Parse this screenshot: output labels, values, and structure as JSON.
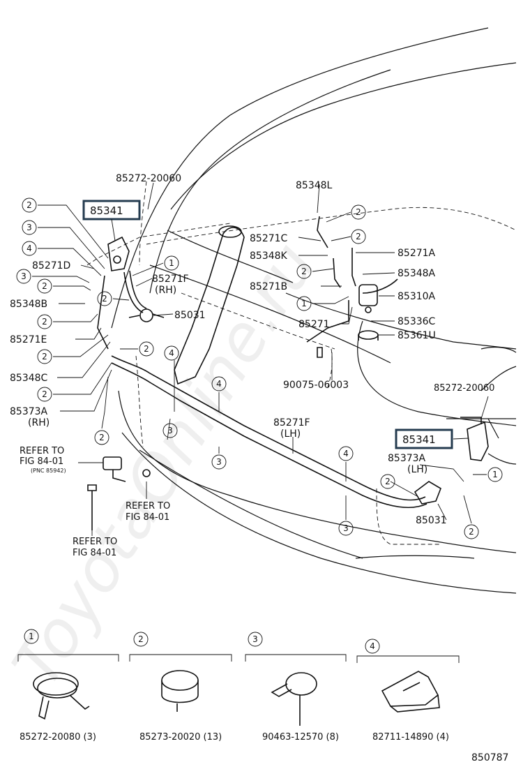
{
  "watermark": "ToyotaOnline.ru",
  "diagram_code": "850787",
  "highlighted_part": "85341",
  "part_labels": {
    "p85272_20060_top": "85272-20060",
    "p85341_left": "85341",
    "p85271D": "85271D",
    "p85348B": "85348B",
    "p85271E": "85271E",
    "p85348C": "85348C",
    "p85373A_rh": "85373A",
    "rh_1": "(RH)",
    "p85271F_rh": "85271F",
    "rh_2": "(RH)",
    "p85031_left": "85031",
    "p85348L": "85348L",
    "p85271C": "85271C",
    "p85348K": "85348K",
    "p85271B": "85271B",
    "p85271": "85271",
    "p85271A": "85271A",
    "p85348A": "85348A",
    "p85310A": "85310A",
    "p85336C": "85336C",
    "p85361U": "85361U",
    "p90075_06003": "90075-06003",
    "p85272_20060_right": "85272-20060",
    "p85341_right": "85341",
    "p85271F_lh": "85271F",
    "lh_1": "(LH)",
    "p85373A_lh": "85373A",
    "lh_2": "(LH)",
    "p85031_right": "85031"
  },
  "references": {
    "refer1_line1": "REFER TO",
    "refer1_line2": "FIG 84-01",
    "refer1_pnc": "(PNC 85942)",
    "refer2_line1": "REFER TO",
    "refer2_line2": "FIG 84-01",
    "refer3_line1": "REFER TO",
    "refer3_line2": "FIG 84-01"
  },
  "callouts": {
    "c_left_1": "2",
    "c_left_2": "3",
    "c_left_3": "4",
    "c_left_4": "3",
    "c_left_5": "2",
    "c_left_6": "2",
    "c_left_7": "2",
    "c_left_8": "2",
    "c_left_9": "2",
    "c_left_10": "2",
    "c_mid_1": "1",
    "c_mid_2": "2",
    "c_mid_3": "2",
    "c_mid_4": "4",
    "c_mid_5": "3",
    "c_mid_6": "4",
    "c_mid_7": "3",
    "c_rt_1": "2",
    "c_rt_2": "2",
    "c_rt_3": "2",
    "c_rt_4": "1",
    "c_rl_1": "4",
    "c_rl_2": "3",
    "c_rl_3": "2",
    "c_rl_4": "1",
    "c_rl_5": "2"
  },
  "legend": [
    {
      "num": "1",
      "part": "85272-20080 (3)",
      "icon": "spring-clamp-icon"
    },
    {
      "num": "2",
      "part": "85273-20020 (13)",
      "icon": "band-clamp-icon"
    },
    {
      "num": "3",
      "part": "90463-12570 (8)",
      "icon": "cable-tie-icon"
    },
    {
      "num": "4",
      "part": "82711-14890 (4)",
      "icon": "hose-clip-icon"
    }
  ]
}
